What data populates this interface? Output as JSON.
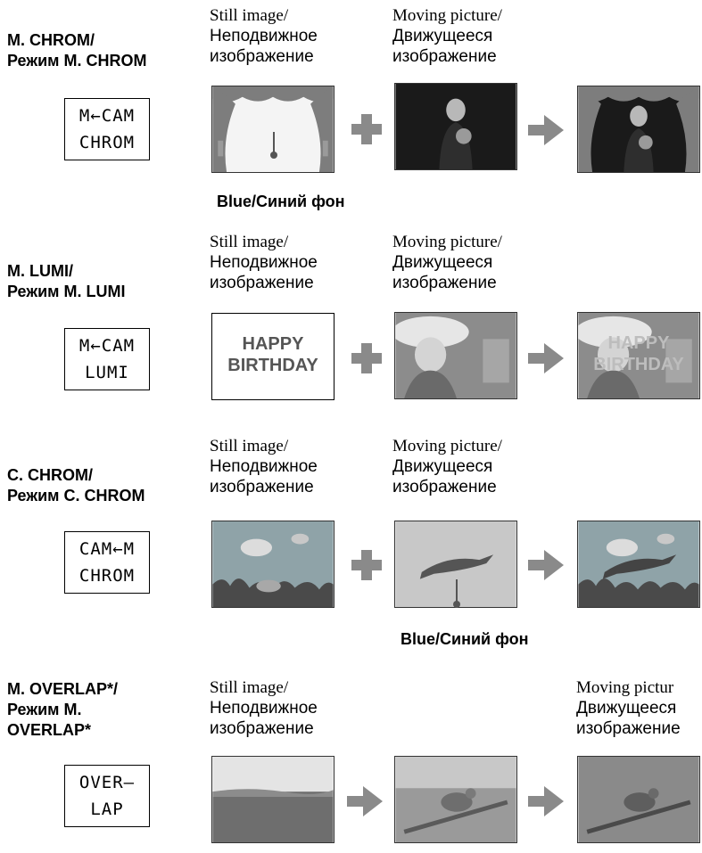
{
  "blue_label": "Blue/Синий фон",
  "captions": {
    "still_en": "Still image/",
    "still_ru": "Неподвижное изображение",
    "moving_en": "Moving picture/",
    "moving_en_cut": "Moving pictur",
    "moving_ru": "Движущееся изображение"
  },
  "modes": [
    {
      "title": "M. CHROM/\nРежим M. CHROM",
      "display": "M←CAM\nCHROM"
    },
    {
      "title": "M. LUMI/\nРежим M. LUMI",
      "display": "M←CAM\n LUMI",
      "still_text": "HAPPY\nBIRTHDAY"
    },
    {
      "title": "C. CHROM/\nРежим C. CHROM",
      "display": "CAM←M\nCHROM"
    },
    {
      "title": "M. OVERLAP*/\nРежим M.\nOVERLAP*",
      "display": "OVER–\n LAP"
    }
  ],
  "colors": {
    "arrow": "#8a8a8a",
    "curtain": "#7d7d7d",
    "sea": "#8fa3a8",
    "bluebg": "#c8c8c8"
  }
}
